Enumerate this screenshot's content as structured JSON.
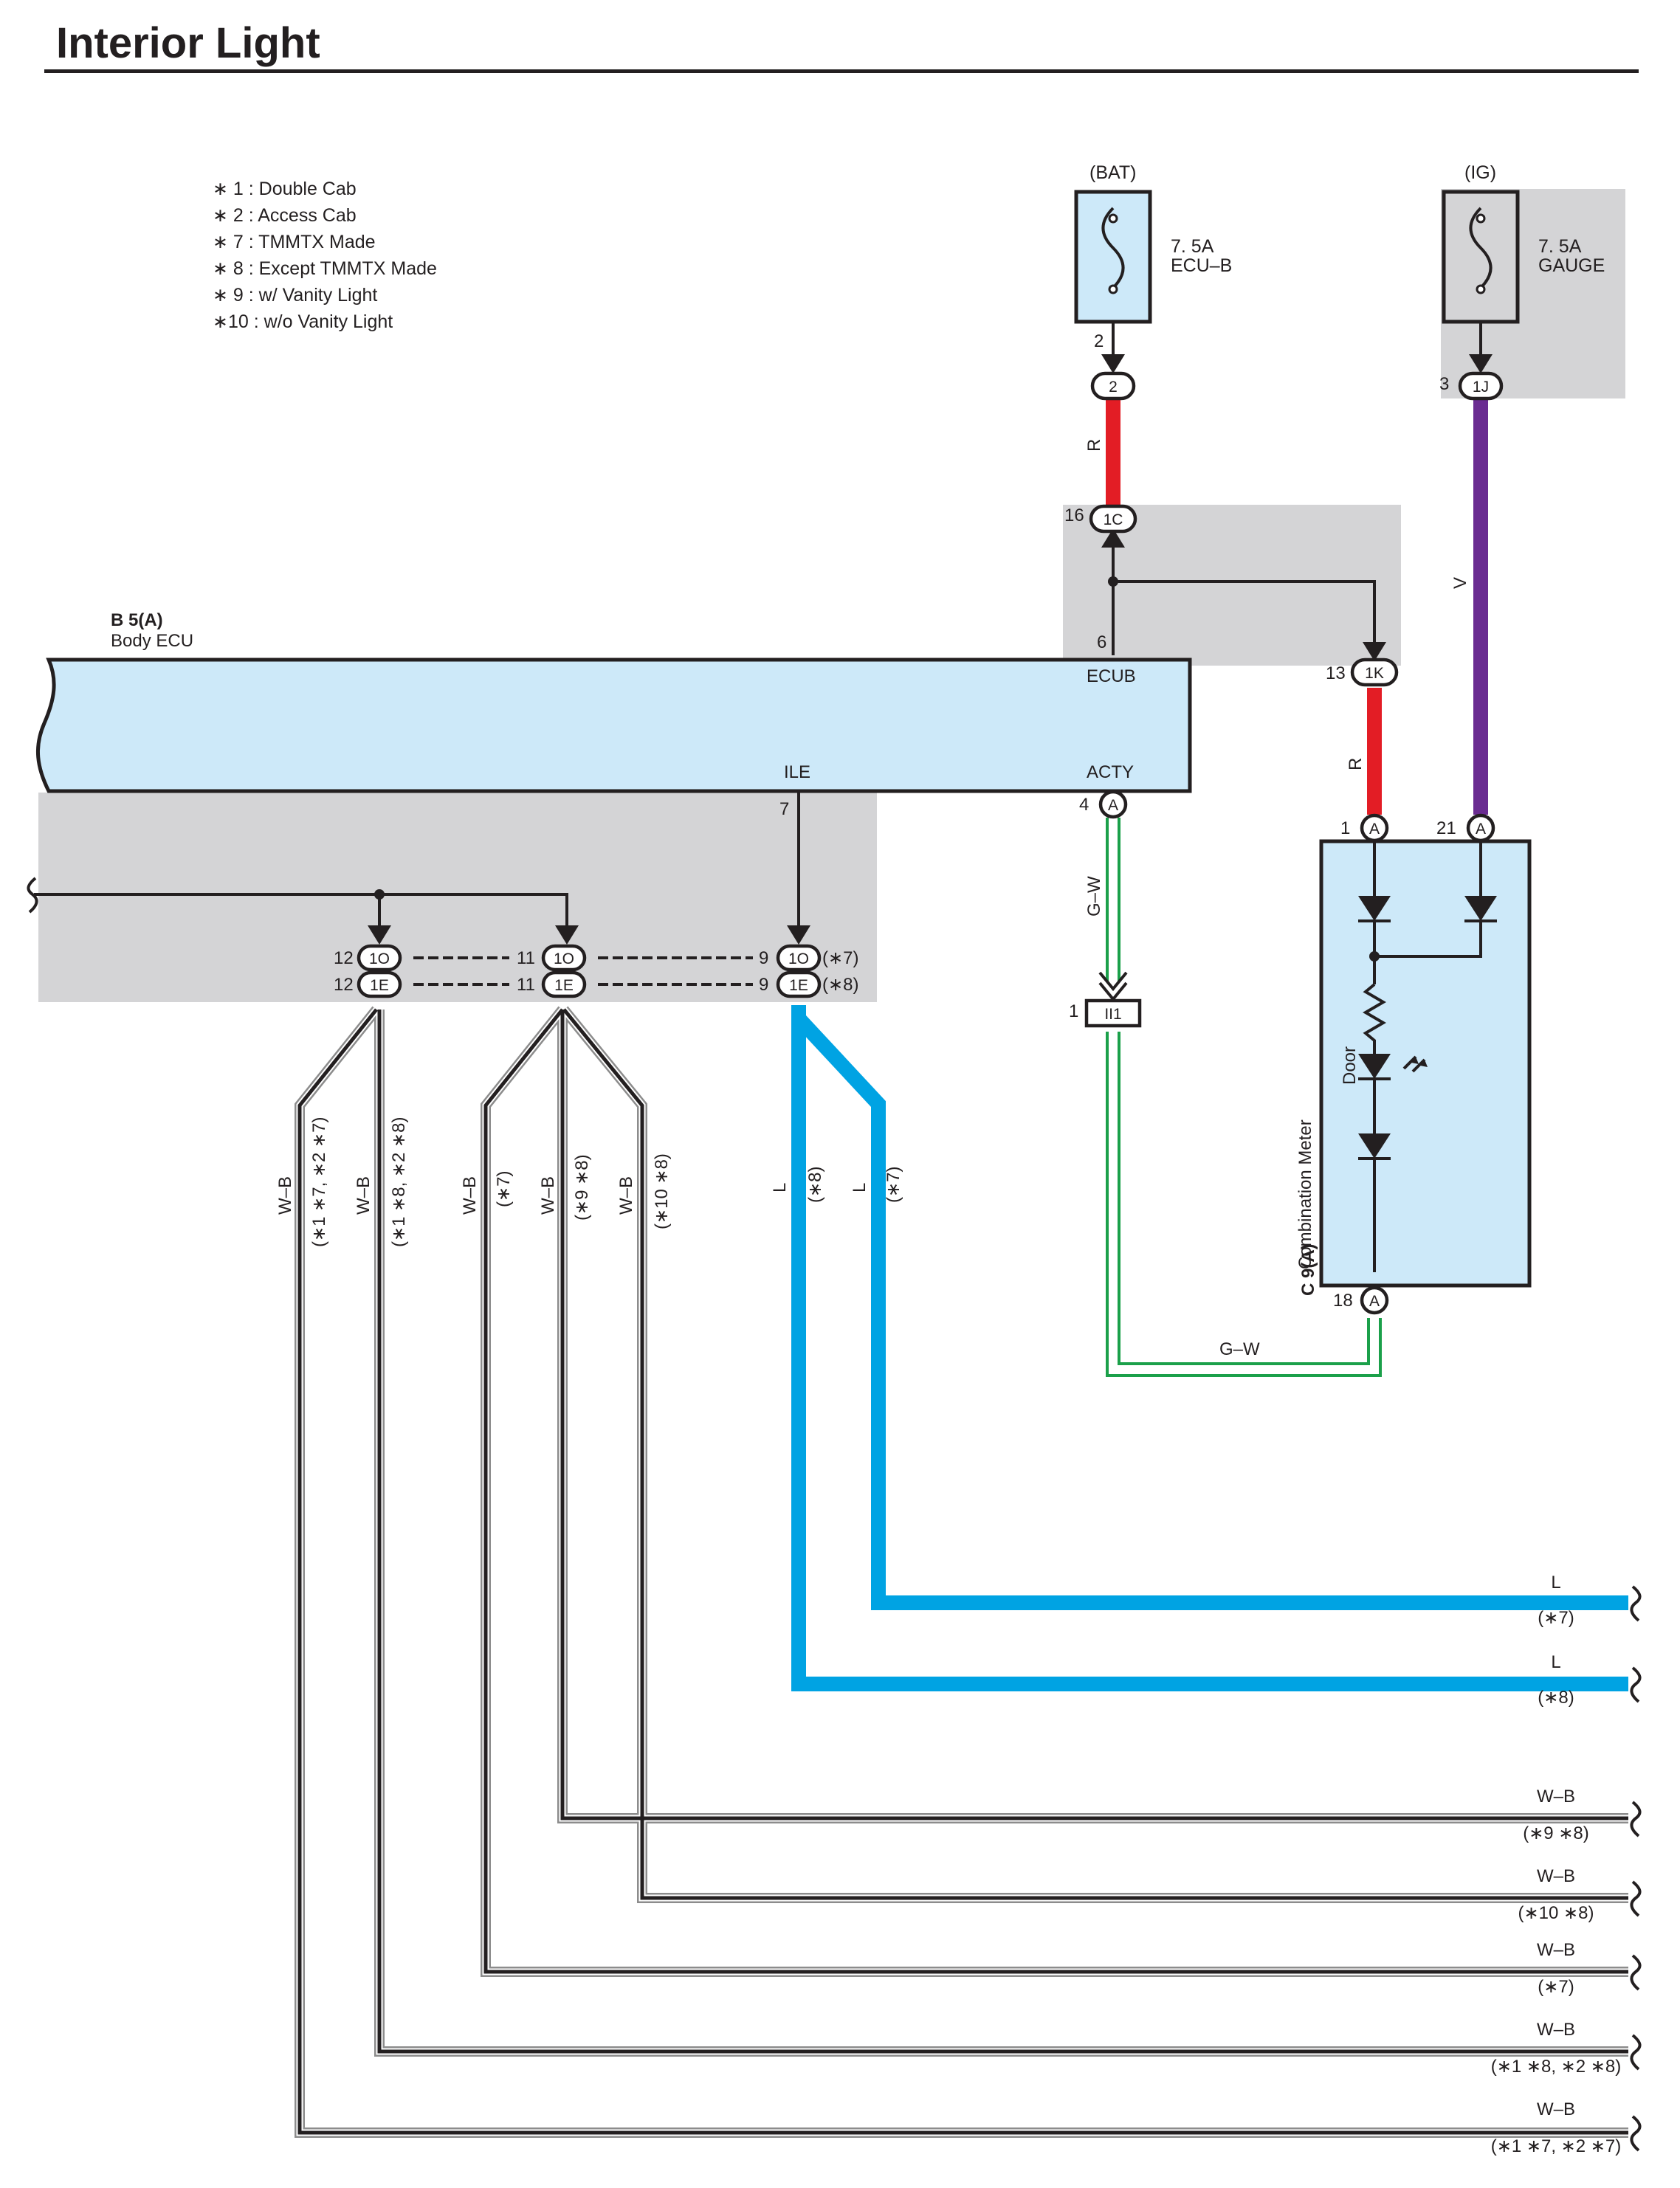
{
  "title": "Interior Light",
  "notes": [
    "∗ 1 : Double Cab",
    "∗ 2 : Access Cab",
    "∗ 7 : TMMTX Made",
    "∗ 8 : Except TMMTX Made",
    "∗ 9 : w/ Vanity Light",
    "∗10 : w/o Vanity Light"
  ],
  "fuses": {
    "bat": {
      "source": "(BAT)",
      "rating": "7. 5A",
      "name": "ECU–B",
      "pin": "2",
      "connector": "2"
    },
    "ig": {
      "source": "(IG)",
      "rating": "7. 5A",
      "name": "GAUGE",
      "pin": "3",
      "connector": "1J"
    }
  },
  "junction": {
    "c1": {
      "pin": "16",
      "connector": "1C"
    },
    "k1": {
      "pin": "13",
      "connector": "1K"
    }
  },
  "body_ecu": {
    "code": "B 5(A)",
    "name": "Body ECU",
    "terminals": {
      "ecub": "ECUB",
      "ile": "ILE",
      "acty": "ACTY"
    },
    "pins": {
      "ecub": "6",
      "ile": "7",
      "acty": "4"
    },
    "acty_connector": "A"
  },
  "connectors_row": [
    {
      "pin": "12",
      "upper": "1O",
      "lower": "1E"
    },
    {
      "pin": "11",
      "upper": "1O",
      "lower": "1E"
    },
    {
      "pin": "9",
      "upper": "1O",
      "lower": "1E",
      "upper_note": "(∗7)",
      "lower_note": "(∗8)"
    }
  ],
  "ii1": {
    "pin": "1",
    "connector": "II1"
  },
  "combination_meter": {
    "code": "C 9(A)",
    "name": "Combination Meter",
    "door_label": "Door",
    "pins": {
      "in1": "1",
      "in21": "21",
      "out18": "18"
    },
    "connector": "A"
  },
  "wire_labels": {
    "red": "R",
    "violet": "V",
    "gw": "G–W",
    "wb": "W–B",
    "blue": "L"
  },
  "vertical_notes": {
    "wb1": "(∗1 ∗7, ∗2 ∗7)",
    "wb2": "(∗1 ∗8, ∗2 ∗8)",
    "wb3": "(∗7)",
    "wb4": "(∗9 ∗8)",
    "wb5": "(∗10 ∗8)",
    "l8": "(∗8)",
    "l7": "(∗7)"
  },
  "outputs": [
    {
      "wire": "L",
      "note": "(∗7)"
    },
    {
      "wire": "L",
      "note": "(∗8)"
    },
    {
      "wire": "W–B",
      "note": "(∗9 ∗8)"
    },
    {
      "wire": "W–B",
      "note": "(∗10 ∗8)"
    },
    {
      "wire": "W–B",
      "note": "(∗7)"
    },
    {
      "wire": "W–B",
      "note": "(∗1 ∗8, ∗2 ∗8)"
    },
    {
      "wire": "W–B",
      "note": "(∗1 ∗7, ∗2 ∗7)"
    }
  ],
  "colors": {
    "red_wire": "#e31d25",
    "violet_wire": "#6a2c91",
    "green_wire": "#1ba04a",
    "blue_wire": "#00a3e3",
    "ecu_fill": "#cde9f9",
    "shade": "#d4d4d6"
  }
}
